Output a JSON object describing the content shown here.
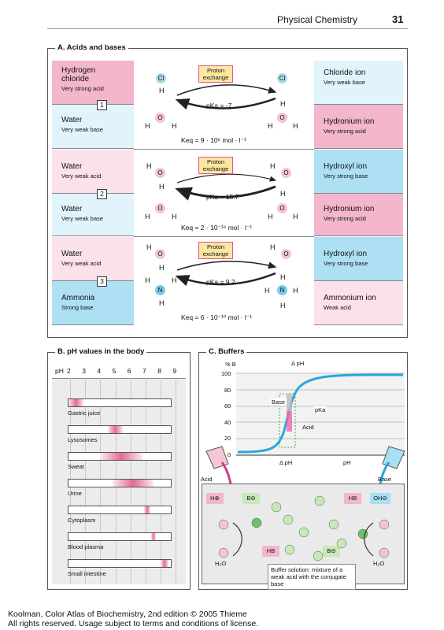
{
  "header": {
    "title": "Physical Chemistry",
    "page": "31"
  },
  "sectionA": {
    "title": "A. Acids and bases",
    "proton_exchange": "Proton exchange",
    "rows": [
      {
        "number": "1",
        "left_top": {
          "name": "Hydrogen chloride",
          "desc": "Very strong acid"
        },
        "left_bottom": {
          "name": "Water",
          "desc": "Very weak base"
        },
        "right_top": {
          "name": "Chloride ion",
          "desc": "Very weak base"
        },
        "right_bottom": {
          "name": "Hydronium ion",
          "desc": "Very strong acid"
        },
        "pka": "pKa = -7",
        "keq": "Keq = 9 · 10⁶ mol · l⁻¹"
      },
      {
        "number": "2",
        "left_top": {
          "name": "Water",
          "desc": "Very weak acid"
        },
        "left_bottom": {
          "name": "Water",
          "desc": "Very weak base"
        },
        "right_top": {
          "name": "Hydroxyl ion",
          "desc": "Very strong base"
        },
        "right_bottom": {
          "name": "Hydronium ion",
          "desc": "Very strong acid"
        },
        "pka": "pKa = 15.7",
        "keq": "Keq = 2 · 10⁻¹⁶ mol · l⁻¹"
      },
      {
        "number": "3",
        "left_top": {
          "name": "Water",
          "desc": "Very weak acid"
        },
        "left_bottom": {
          "name": "Ammonia",
          "desc": "Strong base"
        },
        "right_top": {
          "name": "Hydroxyl ion",
          "desc": "Very strong base"
        },
        "right_bottom": {
          "name": "Ammonium ion",
          "desc": "Weak acid"
        },
        "pka": "pKa = 9.2",
        "keq": "Keq = 6 · 10⁻¹⁰ mol · l⁻¹"
      }
    ]
  },
  "sectionB": {
    "title": "B. pH values in the body",
    "axis_label": "pH",
    "ticks": [
      "2",
      "3",
      "4",
      "5",
      "6",
      "7",
      "8",
      "9"
    ],
    "bars": [
      {
        "label": "Gastric juice",
        "ph_from": 1.0,
        "ph_to": 2.0
      },
      {
        "label": "Lysosomes",
        "ph_from": 4.5,
        "ph_to": 5.5
      },
      {
        "label": "Sweat",
        "ph_from": 4.0,
        "ph_to": 6.8
      },
      {
        "label": "Urine",
        "ph_from": 4.8,
        "ph_to": 7.5
      },
      {
        "label": "Cytoplasm",
        "ph_from": 6.9,
        "ph_to": 7.3
      },
      {
        "label": "Blood plasma",
        "ph_from": 7.35,
        "ph_to": 7.45
      },
      {
        "label": "Small intestine",
        "ph_from": 8.0,
        "ph_to": 8.5
      }
    ]
  },
  "sectionC": {
    "title": "C. Buffers",
    "y_label": "% B",
    "x_label": "pH",
    "delta_ph": "Δ pH",
    "y_ticks": [
      "100",
      "80",
      "60",
      "40",
      "20",
      "0"
    ],
    "base_label": "Base",
    "acid_label": "Acid",
    "pka_label": "pKa",
    "left_flask": "Acid",
    "right_flask": "Base",
    "hplus": "H⊕",
    "bminus": "B⊖",
    "hb": "HB",
    "ohminus": "OH⊖",
    "water": "H₂O",
    "solution_text": "Buffer solution: mixture of a weak acid with the conjugate base"
  },
  "footer": {
    "line1": "Koolman, Color Atlas of Biochemistry, 2nd edition © 2005 Thieme",
    "line2": "All rights reserved. Usage subject to terms and conditions of license."
  }
}
